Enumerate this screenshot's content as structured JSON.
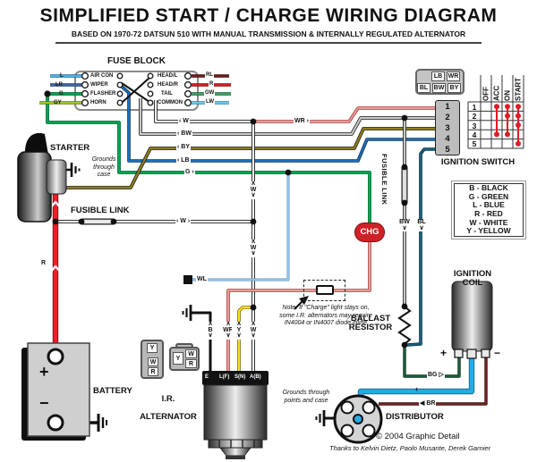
{
  "title": "SIMPLIFIED START / CHARGE WIRING DIAGRAM",
  "subtitle": "BASED ON 1970-72 DATSUN 510 WITH MANUAL TRANSMISSION & INTERNALLY REGULATED ALTERNATOR",
  "fuse_block": {
    "label": "FUSE BLOCK",
    "left": [
      {
        "wire": "L",
        "fuse": "AIR CON"
      },
      {
        "wire": "LR",
        "fuse": "WIPER"
      },
      {
        "wire": "G",
        "fuse": "FLASHER"
      },
      {
        "wire": "GY",
        "fuse": "HORN"
      }
    ],
    "right": [
      {
        "fuse": "HEAD/L",
        "wire": "RL"
      },
      {
        "fuse": "HEAD/R",
        "wire": "R"
      },
      {
        "fuse": "TAIL",
        "wire": "GW"
      },
      {
        "fuse": "COMMON",
        "wire": "LW"
      }
    ]
  },
  "ignition_switch": {
    "label": "IGNITION SWITCH",
    "connector_top": [
      "LB",
      "WR"
    ],
    "connector_bottom": [
      "BL",
      "BW",
      "BY"
    ],
    "terminals": [
      "1",
      "2",
      "3",
      "4",
      "5"
    ],
    "table": {
      "columns": [
        "OFF",
        "ACC",
        "ON",
        "START"
      ],
      "rows": [
        "1",
        "2",
        "3",
        "4",
        "5"
      ],
      "contacts": {
        "OFF": [],
        "ACC": [
          1,
          4
        ],
        "ON": [
          1,
          2,
          4
        ],
        "START": [
          1,
          2,
          3,
          5
        ]
      }
    }
  },
  "legend": [
    "B - BLACK",
    "G - GREEN",
    "L - BLUE",
    "R - RED",
    "W - WHITE",
    "Y - YELLOW"
  ],
  "components": {
    "starter": "STARTER",
    "fusible_link": "FUSIBLE LINK",
    "fusible_link_right": "FUSIBLE LINK",
    "battery": "BATTERY",
    "alternator_line1": "I.R.",
    "alternator_line2": "ALTERNATOR",
    "ballast": "BALLAST\nRESISTOR",
    "coil": "IGNITION COIL",
    "distributor": "DISTRIBUTOR",
    "chg": "CHG",
    "battery_plus": "+",
    "battery_minus": "−",
    "coil_plus": "+",
    "coil_minus": "−"
  },
  "alternator_terminals": [
    "E",
    "L(F)",
    "S(N)",
    "A(B)"
  ],
  "connector_plugs": {
    "plug1": [
      "Y",
      "W",
      "R"
    ],
    "plug2": [
      "Y",
      "W",
      "R"
    ]
  },
  "wire_labels": {
    "l": "L",
    "lr": "LR",
    "g": "G",
    "gy": "GY",
    "rl": "RL",
    "r": "R",
    "gw": "GW",
    "lw": "LW",
    "w_top": "‹ W",
    "wr_top": "WR ›",
    "bw_top": "‹ BW",
    "by_top": "‹ BY",
    "lb_top": "‹ LB",
    "g_mid": "G ›",
    "w_link": "‹ W ›",
    "wl": "WL",
    "r_batt": "R",
    "w_vert": "∧\nW\n∨",
    "w_vert2": "∧\nW\n∨",
    "bw_vert": "BW\n∨",
    "bl_vert": "BL\n∨",
    "b_alt": "∧\nB\n∨",
    "wr_alt": "∧\nWR\n∨",
    "y_alt": "∧\nY\n∨",
    "w_alt": "∧\nW\n∨",
    "bg": "BG ▷",
    "br": "◀ BR",
    "ht_arrow": "‹"
  },
  "notes": {
    "grounds_case": "Grounds\nthrough\ncase",
    "grounds_points": "Grounds through\npoints and case",
    "charge_note": "Note: If \"Charge\" light stays on,\nsome I.R. alternators may require\nIN4004 or IN4007 diode inline"
  },
  "footer": {
    "copyright": "© 2004  Graphic Detail",
    "thanks": "Thanks to Kelvin Dietz, Paolo Musante, Derek Garnier"
  },
  "colors": {
    "wire_white": "#ffffff",
    "wire_white_red": "#e79b9b",
    "wire_black_white": "#c9c9c9",
    "wire_black_yellow": "#8f7f1e",
    "wire_blue": "#1d6fb8",
    "wire_black_blue": "#19607a",
    "wire_green": "#00a551",
    "wire_green_yellow": "#a6ce38",
    "wire_red": "#e8202a",
    "wire_yellow": "#ffdf1b",
    "wire_black_green": "#1a5a36",
    "wire_black_red": "#6e2220",
    "wire_white_blue": "#a7d1ec",
    "wire_lt_blue": "#29abe2",
    "chg_red": "#cf2127",
    "contact_red": "#e01b24"
  }
}
